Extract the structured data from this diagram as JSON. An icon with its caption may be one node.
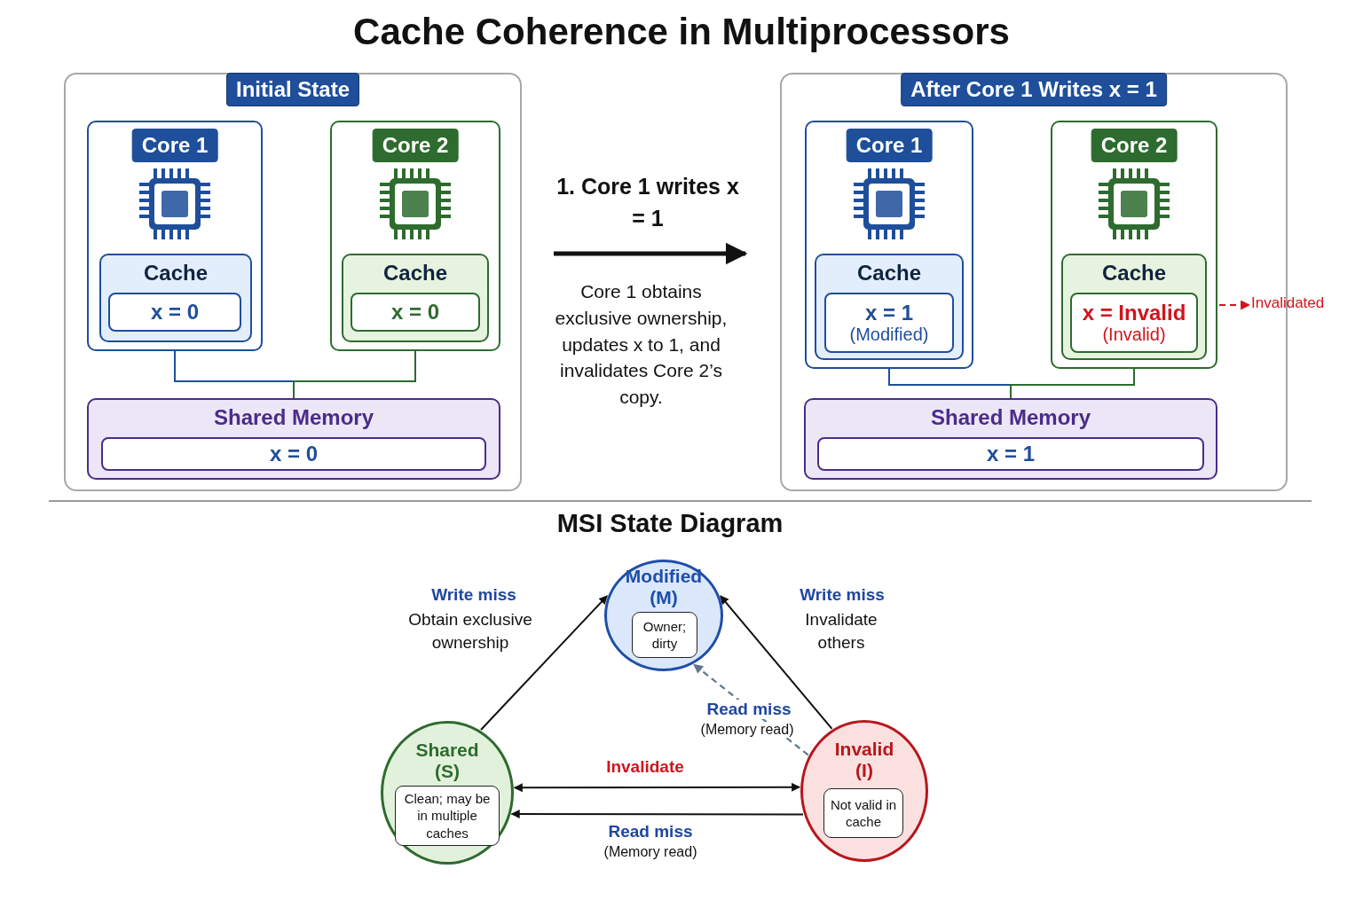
{
  "diagram": {
    "title": "Cache Coherence in Multiprocessors",
    "nodes": [
      {
        "text": [
          "Initial State"
        ]
      },
      {
        "text": [
          "Core 1"
        ],
        "in": 0
      },
      {
        "text": [
          "Cache"
        ],
        "in": 1
      },
      {
        "text": [
          "x = 0"
        ],
        "in": 2
      },
      {
        "text": [
          "Core 2"
        ],
        "in": 0
      },
      {
        "text": [
          "Cache"
        ],
        "in": 4
      },
      {
        "text": [
          "x = 0"
        ],
        "in": 5
      },
      {
        "text": [
          "Shared Memory"
        ],
        "in": 0
      },
      {
        "text": [
          "x = 0"
        ],
        "in": 7
      },
      {
        "text": [
          "After Core 1 Writes x = 1"
        ]
      },
      {
        "text": [
          "Core 1"
        ],
        "in": 9
      },
      {
        "text": [
          "Cache"
        ],
        "in": 10
      },
      {
        "text": [
          "x = 1",
          "(Modified)"
        ],
        "in": 11
      },
      {
        "text": [
          "Core 2"
        ],
        "in": 9
      },
      {
        "text": [
          "Cache"
        ],
        "in": 13
      },
      {
        "text": [
          "x = Invalid",
          "(Invalid)"
        ],
        "in": 14
      },
      {
        "text": [
          "Shared Memory"
        ],
        "in": 9
      },
      {
        "text": [
          "x = 1"
        ],
        "in": 16
      },
      {
        "text": [
          "Invalidated"
        ]
      },
      {
        "text": [
          "Modified (M)"
        ]
      },
      {
        "text": [
          "Owner; dirty"
        ],
        "in": 19
      },
      {
        "text": [
          "Shared (S)"
        ]
      },
      {
        "text": [
          "Clean; may be in multiple caches"
        ],
        "in": 21
      },
      {
        "text": [
          "Invalid (I)"
        ]
      },
      {
        "text": [
          "Not valid in cache"
        ],
        "in": 23
      }
    ],
    "edges": [
      {
        "from": 1,
        "to": 7,
        "arrow": "none",
        "color": "#1f4e9a"
      },
      {
        "from": 4,
        "to": 7,
        "arrow": "none",
        "color": "#2e6b2e"
      },
      {
        "from": 10,
        "to": 16,
        "arrow": "none",
        "color": "#1f4e9a"
      },
      {
        "from": 13,
        "to": 16,
        "arrow": "none",
        "color": "#2e6b2e"
      },
      {
        "from": 0,
        "to": 9,
        "arrow": "to",
        "label": "1. Core 1 writes x = 1",
        "style": "thick"
      },
      {
        "from": 13,
        "to": 18,
        "arrow": "to",
        "style": "dashed",
        "color": "#d0141c"
      },
      {
        "from": 21,
        "to": 19,
        "arrow": "to",
        "label": "Write miss"
      },
      {
        "from": 23,
        "to": 19,
        "arrow": "to",
        "label": "Write miss"
      },
      {
        "from": 23,
        "to": 19,
        "arrow": "to",
        "label": "Read miss",
        "style": "dashed",
        "color": "#5f7690"
      },
      {
        "from": 21,
        "to": 23,
        "arrow": "both",
        "label": "Invalidate"
      },
      {
        "from": 23,
        "to": 21,
        "arrow": "to",
        "label": "Read miss"
      }
    ],
    "labels": [
      "Core 1 obtains exclusive ownership, updates x to 1, and invalidates Core 2’s copy.",
      "MSI State Diagram",
      "Obtain exclusive ownership",
      "Invalidate others",
      "(Memory read)",
      "(Memory read)"
    ]
  }
}
